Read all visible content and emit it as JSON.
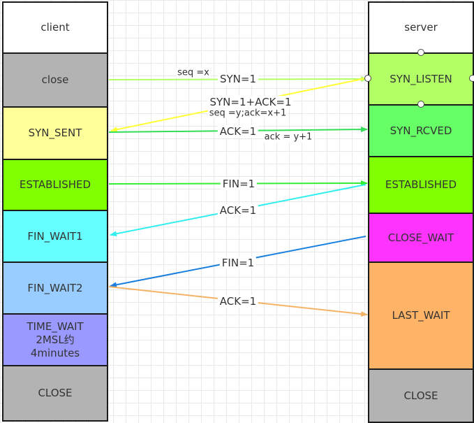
{
  "client": {
    "states": [
      {
        "label": "client",
        "color": "#ffffff"
      },
      {
        "label": "close",
        "color": "#b3b3b3"
      },
      {
        "label": "SYN_SENT",
        "color": "#ffff99"
      },
      {
        "label": "ESTABLISHED",
        "color": "#80ff00"
      },
      {
        "label": "FIN_WAIT1",
        "color": "#66ffff"
      },
      {
        "label": "FIN_WAIT2",
        "color": "#99ccff"
      },
      {
        "label": "TIME_WAIT\n2MSL约\n4minutes",
        "color": "#9999ff"
      },
      {
        "label": "CLOSE",
        "color": "#b3b3b3"
      }
    ]
  },
  "server": {
    "states": [
      {
        "label": "server",
        "color": "#ffffff"
      },
      {
        "label": "SYN_LISTEN",
        "color": "#b3ff66"
      },
      {
        "label": "SYN_RCVED",
        "color": "#66ff66"
      },
      {
        "label": "ESTABLISHED",
        "color": "#80ff00"
      },
      {
        "label": "CLOSE_WAIT",
        "color": "#ff33ff"
      },
      {
        "label": "LAST_WAIT",
        "color": "#ffb366"
      },
      {
        "label": "CLOSE",
        "color": "#b3b3b3"
      }
    ]
  },
  "messages": [
    {
      "label": "SYN=1",
      "note": "seq =x",
      "color": "#b3ff66",
      "direction": "client-to-server"
    },
    {
      "label": "SYN=1+ACK=1",
      "note": "seq =y;ack=x+1",
      "color": "#ffff33",
      "direction": "server-to-client"
    },
    {
      "label": "ACK=1",
      "note": "ack = y+1",
      "color": "#33dd55",
      "direction": "client-to-server"
    },
    {
      "label": "FIN=1",
      "note": "",
      "color": "#33ee33",
      "direction": "client-to-server"
    },
    {
      "label": "ACK=1",
      "note": "",
      "color": "#33eeee",
      "direction": "server-to-client"
    },
    {
      "label": "FIN=1",
      "note": "",
      "color": "#1a7fdd",
      "direction": "server-to-client"
    },
    {
      "label": "ACK=1",
      "note": "",
      "color": "#f5b366",
      "direction": "client-to-server"
    }
  ]
}
